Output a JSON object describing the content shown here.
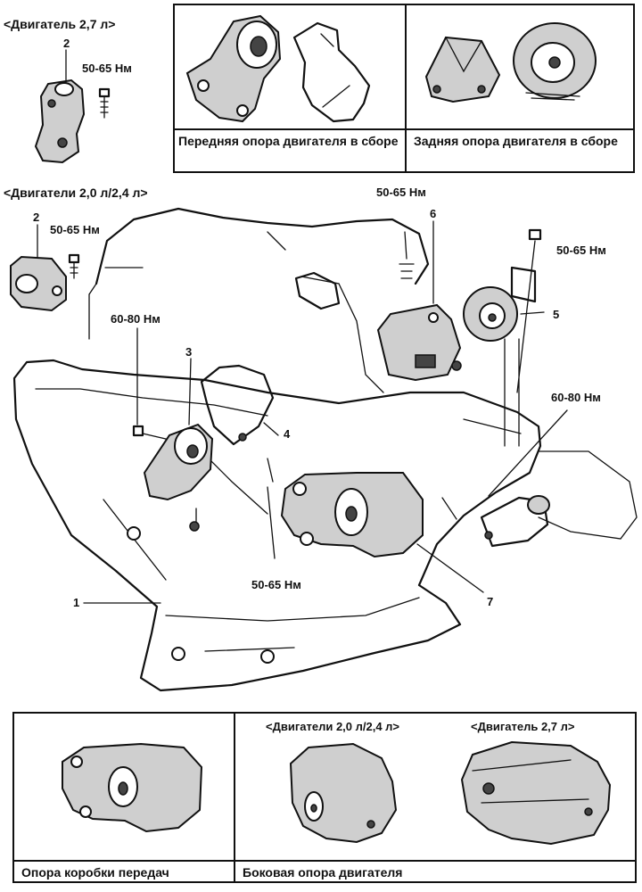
{
  "top": {
    "engine_27_title": "<Двигатель 2,7 л>",
    "callout_2": "2",
    "torque_a": "50-65 Нм",
    "front_mount_caption": "Передняя опора двигателя в сборе",
    "rear_mount_caption": "Задняя опора двигателя в сборе"
  },
  "middle": {
    "engine_2024_title": "<Двигатели 2,0 л/2,4 л>",
    "callout_2": "2",
    "torque_top_left": "50-65 Нм",
    "torque_top_center": "50-65 Нм",
    "callout_6": "6",
    "torque_top_right": "50-65 Нм",
    "callout_5": "5",
    "torque_left_6080": "60-80 Нм",
    "callout_3": "3",
    "callout_4": "4",
    "torque_right_6080": "60-80 Нм",
    "torque_bottom": "50-65 Нм",
    "callout_1": "1",
    "callout_7": "7"
  },
  "bottom": {
    "gearbox_mount_caption": "Опора коробки передач",
    "side_mount_caption": "Боковая опора двигателя",
    "engine_2024_title": "<Двигатели 2,0 л/2,4 л>",
    "engine_27_title": "<Двигатель 2,7 л>"
  }
}
